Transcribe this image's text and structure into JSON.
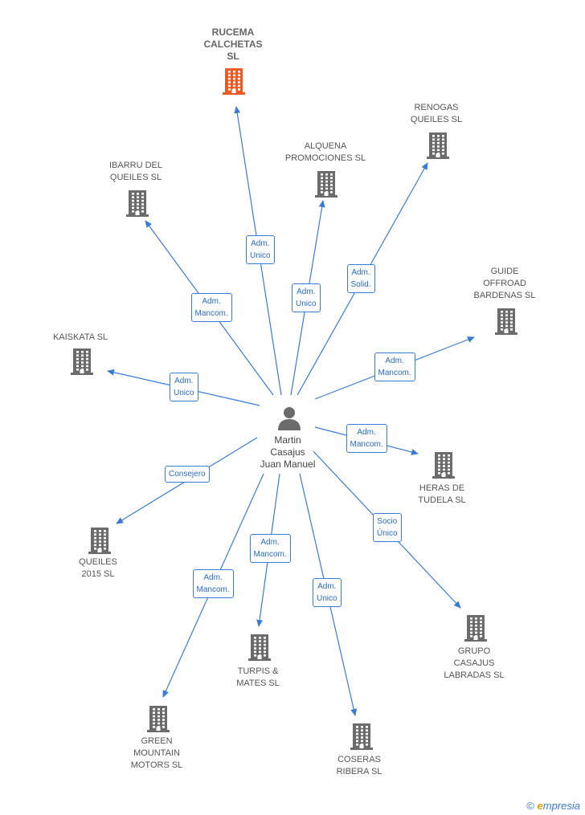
{
  "colors": {
    "edge": "#3a7bd5",
    "building": "#6b6b6b",
    "highlight": "#f05a22",
    "person": "#6b6b6b"
  },
  "person": {
    "name": "Martin\nCasajus\nJuan Manuel",
    "icon": "person-icon"
  },
  "companies": [
    {
      "id": "rucema",
      "label": "RUCEMA\nCALCHETAS\nSL",
      "highlight": true,
      "icon": "building-icon"
    },
    {
      "id": "renogas",
      "label": "RENOGAS\nQUEILES SL",
      "icon": "building-icon"
    },
    {
      "id": "alquena",
      "label": "ALQUENA\nPROMOCIONES SL",
      "icon": "building-icon"
    },
    {
      "id": "ibarru",
      "label": "IBARRU DEL\nQUEILES  SL",
      "icon": "building-icon"
    },
    {
      "id": "guide",
      "label": "GUIDE\nOFFROAD\nBARDENAS  SL",
      "icon": "building-icon"
    },
    {
      "id": "kaiskata",
      "label": "KAISKATA  SL",
      "icon": "building-icon"
    },
    {
      "id": "heras",
      "label": "HERAS DE\nTUDELA  SL",
      "icon": "building-icon"
    },
    {
      "id": "queiles",
      "label": "QUEILES\n2015  SL",
      "icon": "building-icon"
    },
    {
      "id": "grupo",
      "label": "GRUPO\nCASAJUS\nLABRADAS SL",
      "icon": "building-icon"
    },
    {
      "id": "turpis",
      "label": "TURPIS &\nMATES  SL",
      "icon": "building-icon"
    },
    {
      "id": "green",
      "label": "GREEN\nMOUNTAIN\nMOTORS  SL",
      "icon": "building-icon"
    },
    {
      "id": "coseras",
      "label": "COSERAS\nRIBERA SL",
      "icon": "building-icon"
    }
  ],
  "edges": [
    {
      "to": "rucema",
      "label": "Adm.\nUnico"
    },
    {
      "to": "alquena",
      "label": "Adm.\nUnico"
    },
    {
      "to": "renogas",
      "label": "Adm.\nSolid."
    },
    {
      "to": "ibarru",
      "label": "Adm.\nMancom."
    },
    {
      "to": "guide",
      "label": "Adm.\nMancom."
    },
    {
      "to": "kaiskata",
      "label": "Adm.\nUnico"
    },
    {
      "to": "heras",
      "label": "Adm.\nMancom."
    },
    {
      "to": "queiles",
      "label": "Consejero"
    },
    {
      "to": "grupo",
      "label": "Socio\nÚnico"
    },
    {
      "to": "turpis",
      "label": "Adm.\nMancom."
    },
    {
      "to": "green",
      "label": "Adm.\nMancom."
    },
    {
      "to": "coseras",
      "label": "Adm.\nUnico"
    }
  ],
  "footer": {
    "copyright": "©",
    "brand_initial": "e",
    "brand_rest": "mpresia"
  }
}
